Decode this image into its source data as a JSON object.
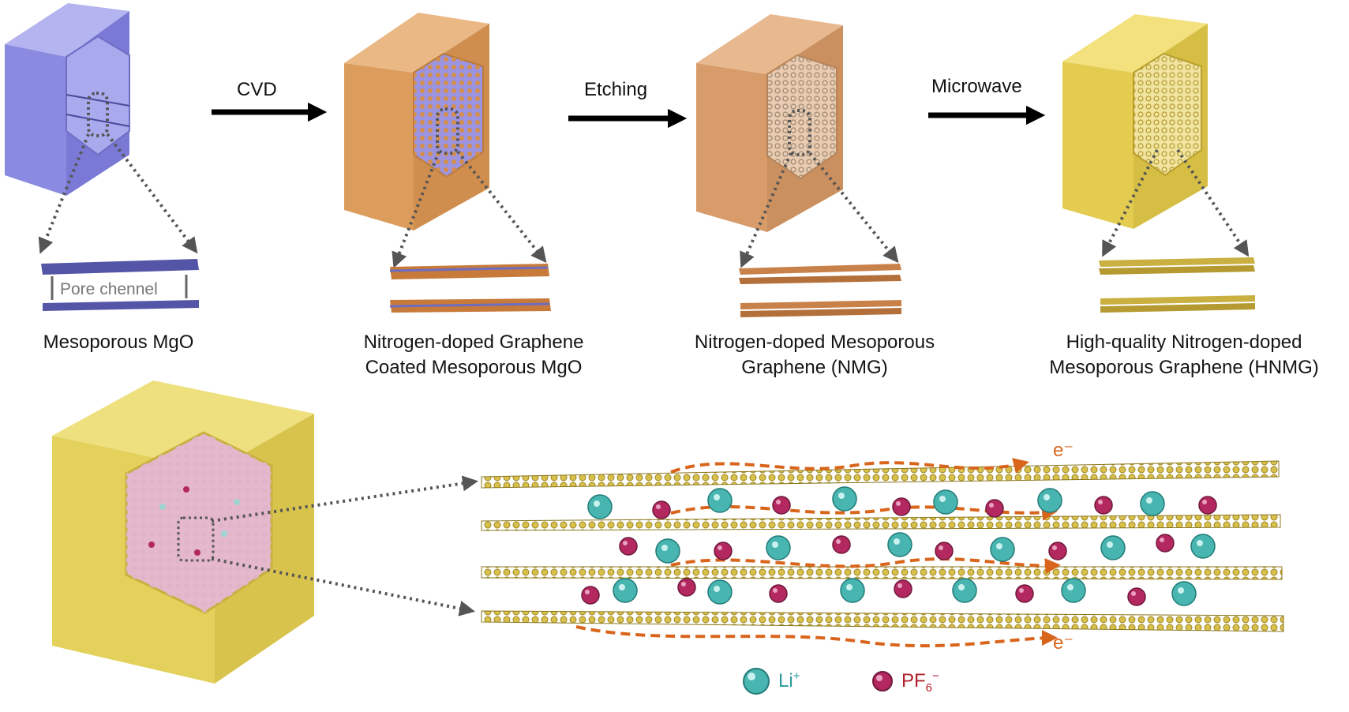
{
  "steps": [
    {
      "caption_line1": "Mesoporous MgO",
      "caption_line2": ""
    },
    {
      "caption_line1": "Nitrogen-doped Graphene",
      "caption_line2": "Coated Mesoporous MgO"
    },
    {
      "caption_line1": "Nitrogen-doped Mesoporous",
      "caption_line2": "Graphene (NMG)"
    },
    {
      "caption_line1": "High-quality Nitrogen-doped",
      "caption_line2": "Mesoporous Graphene (HNMG)"
    }
  ],
  "arrows": {
    "a1": "CVD",
    "a2": "Etching",
    "a3": "Microwave"
  },
  "pore_label": "Pore chennel",
  "electron_label": "e⁻",
  "legend": {
    "li_text": "Li",
    "li_sup": "+",
    "pf_text": "PF",
    "pf_sub": "6",
    "pf_sup": "−"
  },
  "colors": {
    "mgo": "#8f8fe6",
    "coated": "#e0a66c",
    "nmg": "#dba579",
    "hnmg": "#e8d25c",
    "li_ion": "#48b5b0",
    "pf6_ion": "#b42860",
    "electron_path": "#d9651c",
    "li_label": "#2a9a9a",
    "pf6_label": "#b0202c"
  }
}
